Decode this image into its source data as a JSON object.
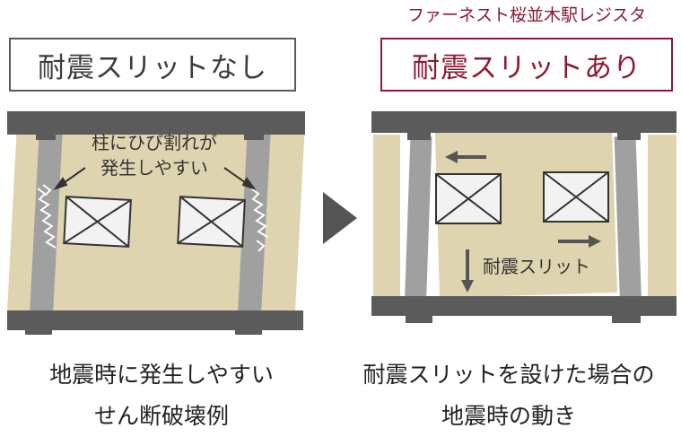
{
  "brand": "ファーネスト桜並木駅レジスタ",
  "left": {
    "label": "耐震スリットなし",
    "annotation_lines": [
      "柱にひび割れが",
      "発生しやすい"
    ],
    "caption_lines": [
      "地震時に発生しやすい",
      "せん断破壊例"
    ]
  },
  "right": {
    "label": "耐震スリットあり",
    "slit_label": "耐震スリット",
    "caption_lines": [
      "耐震スリットを設けた場合の",
      "地震時の動き"
    ]
  },
  "colors": {
    "beam": "#5b5b5b",
    "column": "#a0a0a0",
    "wall": "#dfd4b0",
    "brand_accent": "#8c1a32",
    "window_fill": "#f2f2f2",
    "crack": "#ffffff"
  },
  "icons": [
    "arrow-left-icon",
    "arrow-right-icon",
    "arrow-down-icon",
    "play-triangle-icon",
    "window-cross-icon",
    "crack-icon"
  ]
}
